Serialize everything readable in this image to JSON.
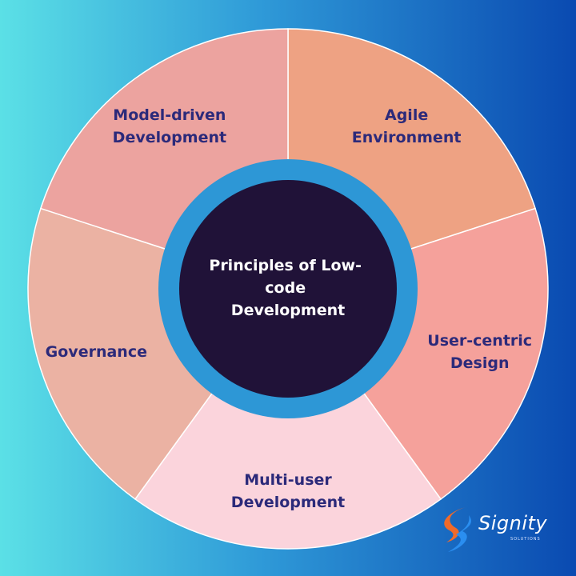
{
  "center": {
    "lines": [
      "Principles of Low-",
      "code",
      "Development"
    ],
    "color": "#201238",
    "ring_color": "#2d97d6"
  },
  "segments": [
    {
      "lines": [
        "Agile",
        "Environment"
      ],
      "color": "#eea283"
    },
    {
      "lines": [
        "User-centric",
        "Design"
      ],
      "color": "#f5a19b"
    },
    {
      "lines": [
        "Multi-user",
        "Development"
      ],
      "color": "#fbd4dc"
    },
    {
      "lines": [
        "Governance"
      ],
      "color": "#ebb2a3"
    },
    {
      "lines": [
        "Model-driven",
        "Development"
      ],
      "color": "#eca39f"
    }
  ],
  "logo": {
    "name": "Signity",
    "sub": "SOLUTIONS",
    "colors": [
      "#f06a2a",
      "#2a8ef0"
    ]
  }
}
